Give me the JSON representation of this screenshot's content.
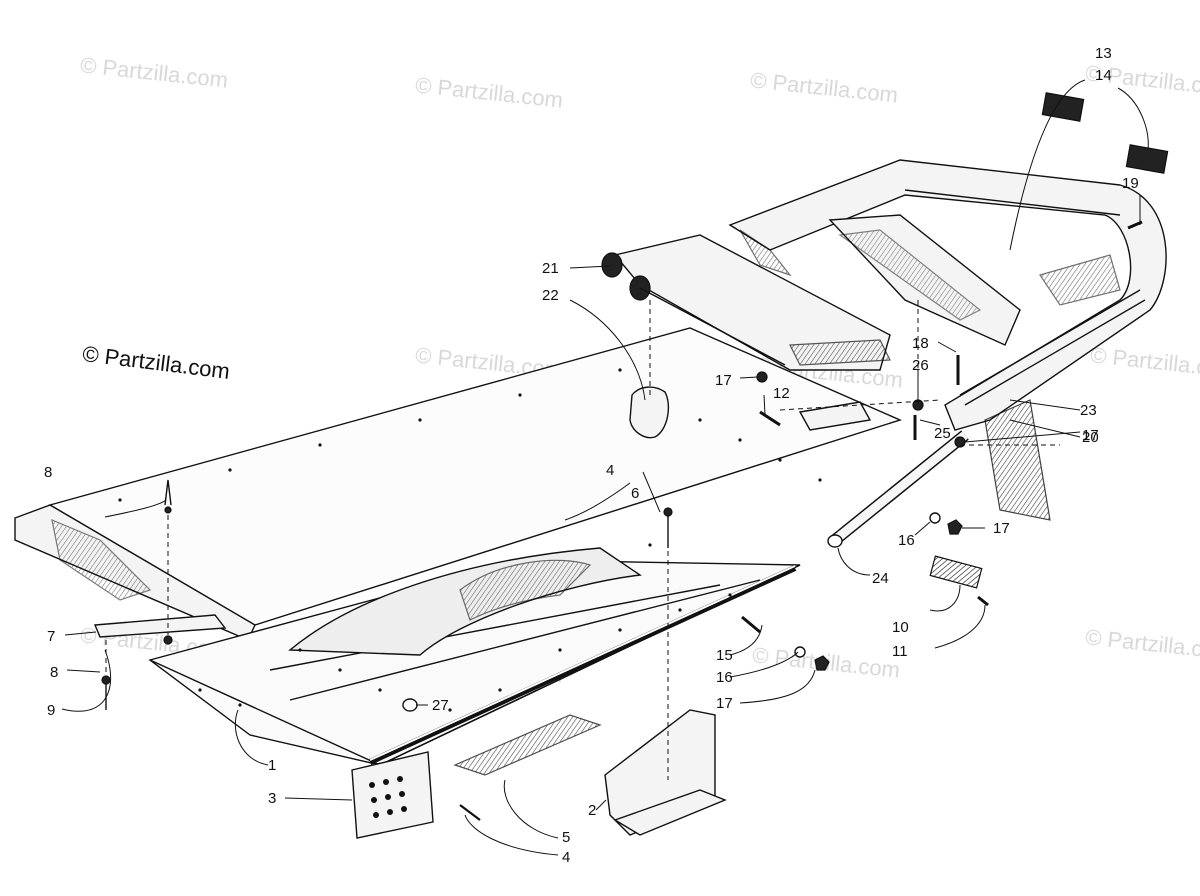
{
  "watermark": {
    "text": "© Partzilla.com",
    "brand_text": "© Partzilla.com"
  },
  "callouts": [
    "1",
    "2",
    "3",
    "4",
    "4",
    "4",
    "5",
    "6",
    "7",
    "8",
    "8",
    "9",
    "10",
    "11",
    "12",
    "13",
    "14",
    "15",
    "16",
    "16",
    "17",
    "17",
    "17",
    "17",
    "18",
    "19",
    "20",
    "21",
    "22",
    "23",
    "24",
    "25",
    "26",
    "27"
  ]
}
